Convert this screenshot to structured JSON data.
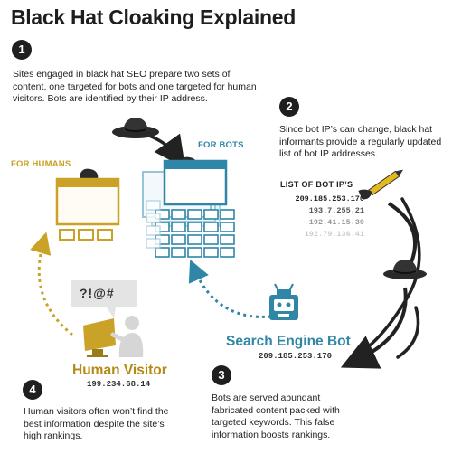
{
  "title": "Black Hat Cloaking Explained",
  "steps": [
    {
      "number": "1",
      "text": "Sites engaged in black hat SEO prepare two sets of content, one targeted for bots and one targeted for human visitors. Bots are identified by their IP address."
    },
    {
      "number": "2",
      "text": "Since bot IP’s can change, black hat informants provide a regularly updated list of bot IP addresses."
    },
    {
      "number": "3",
      "text": "Bots are served abundant fabricated content packed with targeted keywords. This false information boosts rankings."
    },
    {
      "number": "4",
      "text": "Human visitors often won’t find the best information despite the site’s high rankings."
    }
  ],
  "labels": {
    "for_humans": "FOR HUMANS",
    "for_bots": "FOR BOTS",
    "bot_list_title": "LIST OF BOT IP’S"
  },
  "bot_ips": [
    "209.185.253.170",
    "193.7.255.21",
    "192.41.15.30",
    "192.79.136.41"
  ],
  "search_engine_bot": {
    "name": "Search Engine Bot",
    "ip": "209.185.253.170"
  },
  "human_visitor": {
    "name": "Human Visitor",
    "ip": "199.234.68.14"
  },
  "speech_bubble": "?!@#",
  "colors": {
    "gold": "#c9a227",
    "blue": "#2f86a6",
    "dark": "#1f1f1f"
  },
  "icons": [
    "black-hat-icon",
    "gloved-hand-icon",
    "robot-icon",
    "monitor-icon",
    "person-icon",
    "pen-icon"
  ]
}
